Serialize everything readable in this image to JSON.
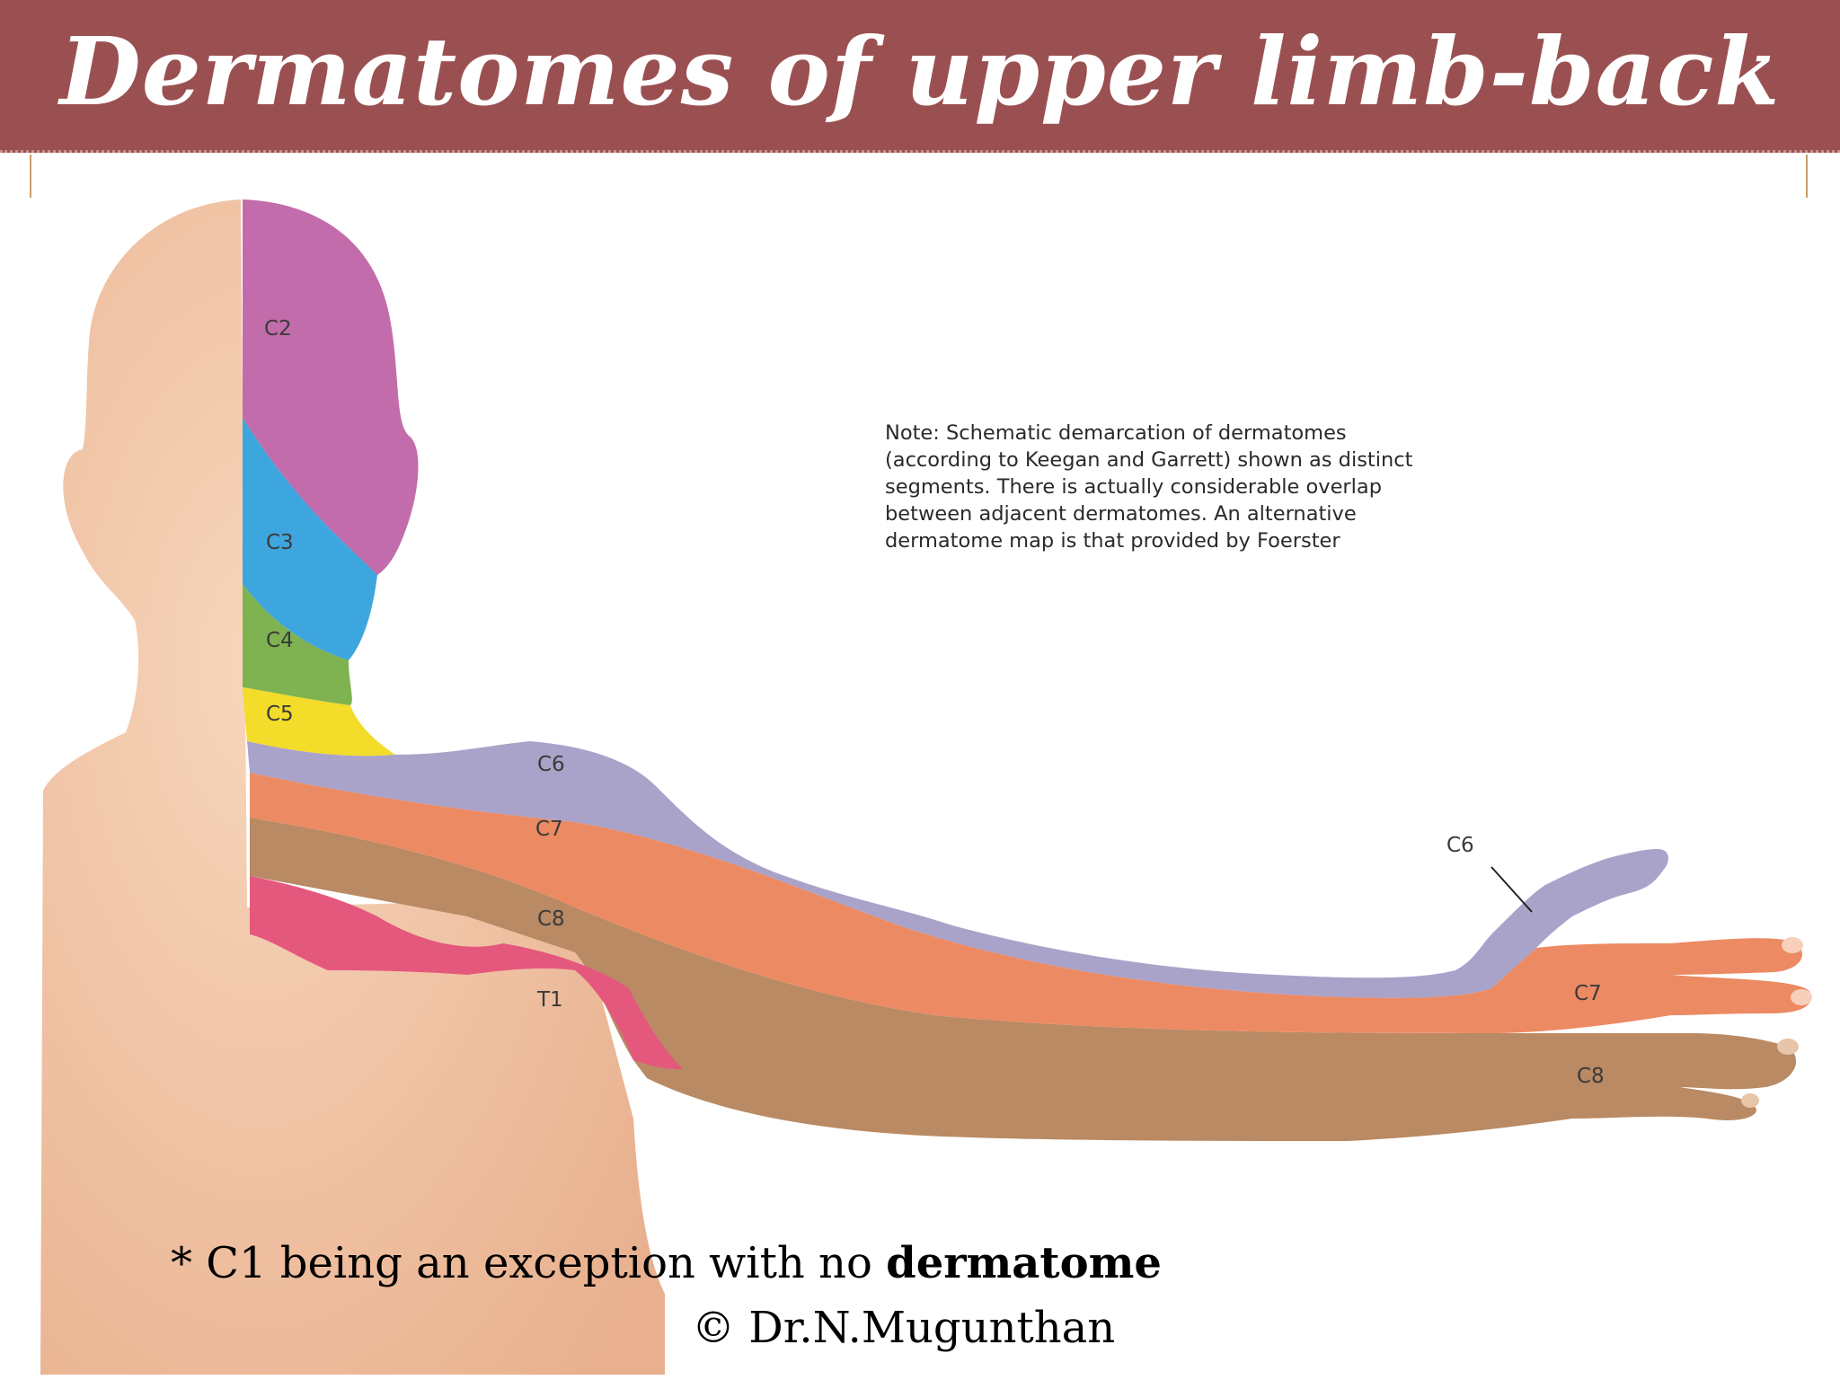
{
  "slide": {
    "title": "Dermatomes of upper limb-back",
    "note_lines": [
      "Note: Schematic demarcation of dermatomes",
      "(according to Keegan and Garrett) shown as distinct",
      "segments. There is actually considerable overlap",
      "between adjacent dermatomes.  An alternative",
      "dermatome map is that provided by Foerster"
    ],
    "footnote_prefix": "* C1 being an exception with no ",
    "footnote_bold": "dermatome",
    "copyright": "© Dr.N.Mugunthan"
  },
  "diagram": {
    "segment_labels": {
      "c2": "C2",
      "c3": "C3",
      "c4": "C4",
      "c5": "C5",
      "c6_arm": "C6",
      "c7_arm": "C7",
      "c8_arm": "C8",
      "t1": "T1",
      "c6_thumb": "C6",
      "c7_hand": "C7",
      "c8_hand": "C8"
    },
    "colors": {
      "header": "#9a5051",
      "skin": "#f2c6a4",
      "c2": "#c26cab",
      "c3": "#3ea6de",
      "c4": "#7fb250",
      "c5": "#f3dc2a",
      "c6": "#a9a2c9",
      "c7": "#ec8a63",
      "c8": "#b98a63",
      "t1": "#e5587e"
    }
  }
}
